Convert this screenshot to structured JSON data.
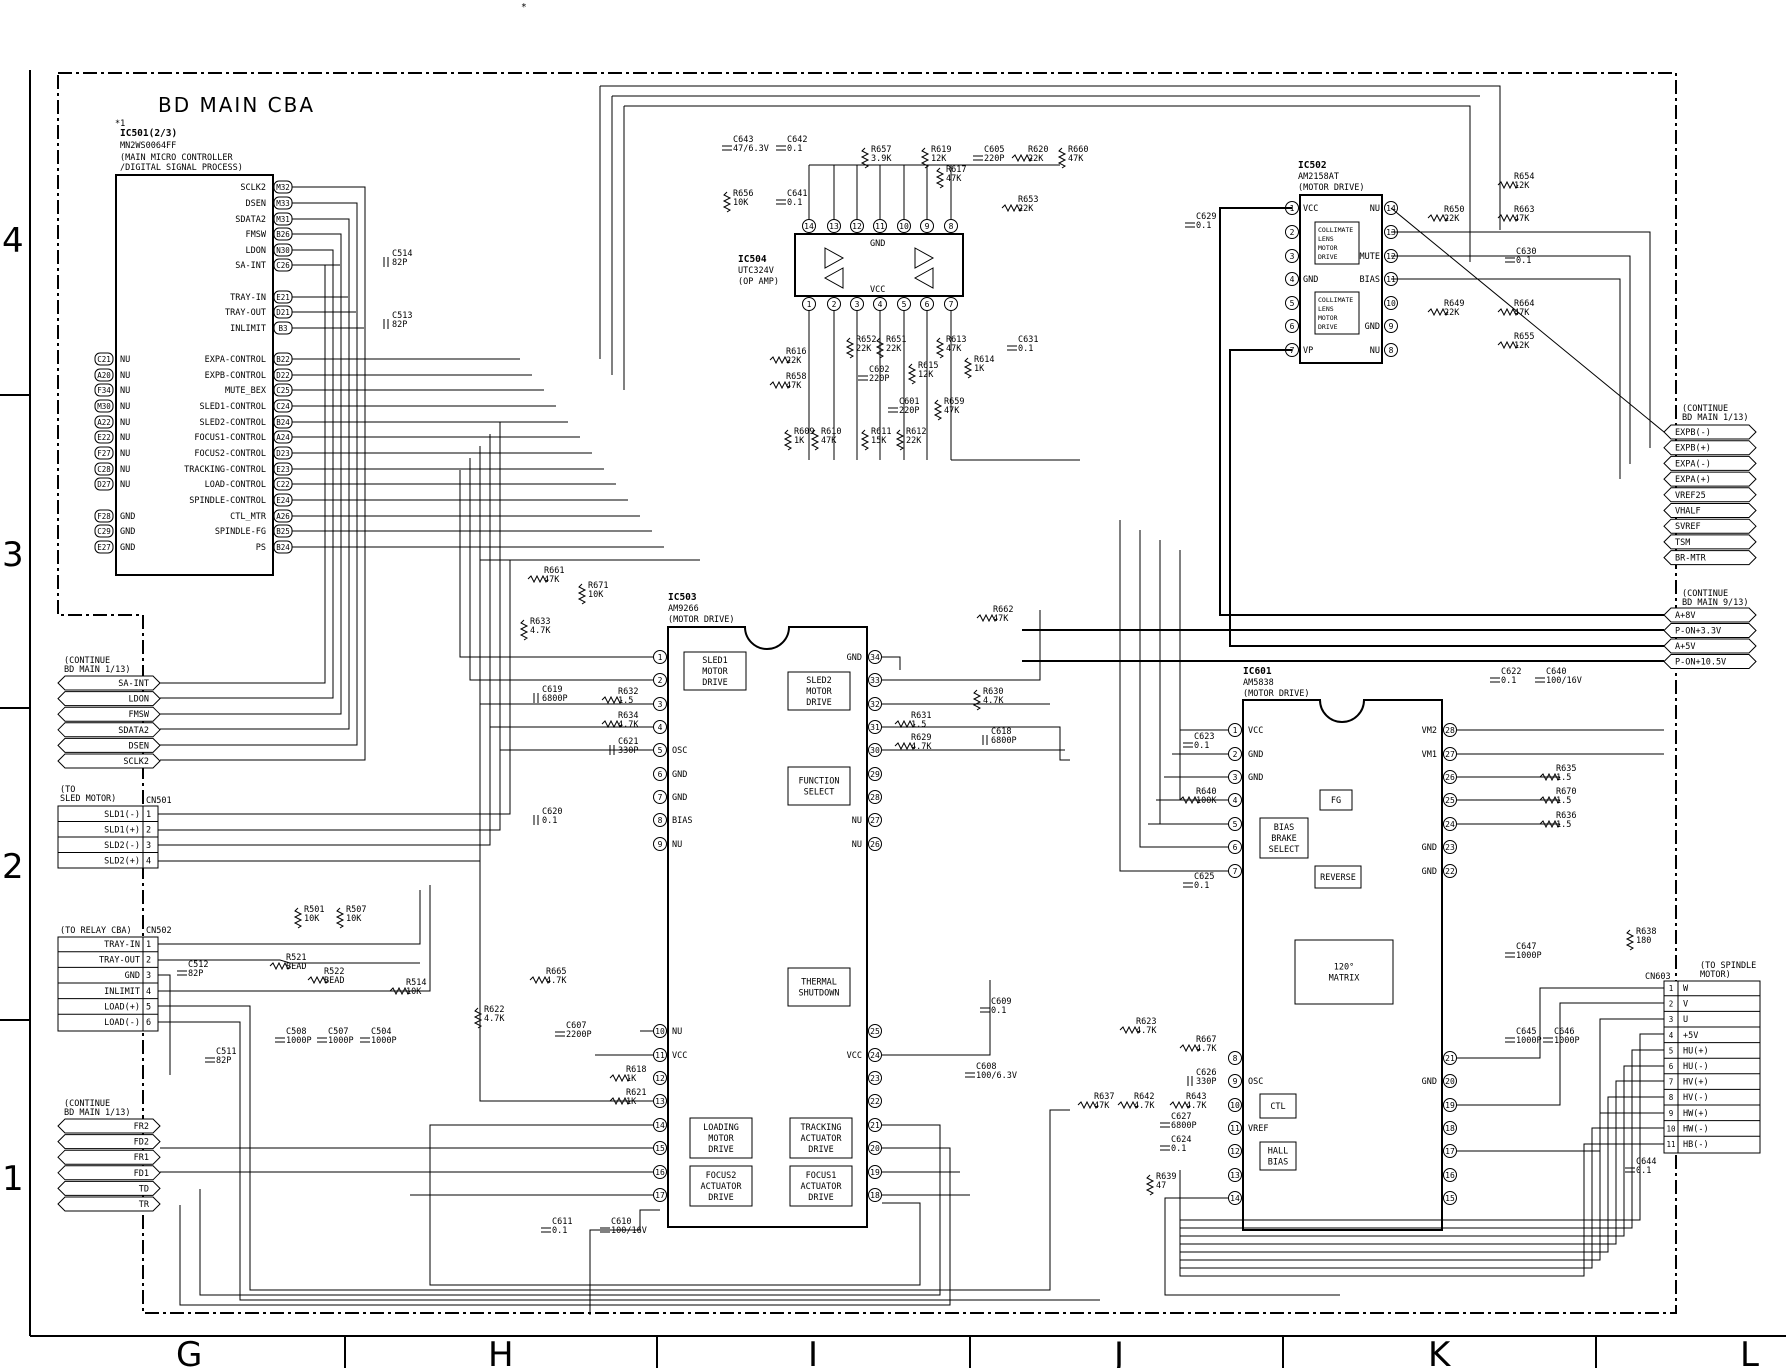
{
  "star": "*",
  "board_title": "BD MAIN CBA",
  "grid": {
    "rows": [
      "4",
      "3",
      "2",
      "1"
    ],
    "cols": [
      "G",
      "H",
      "I",
      "J",
      "K",
      "L"
    ]
  },
  "ic501": {
    "note": "*1",
    "ref": "IC501(2/3)",
    "part": "MN2WS0064FF",
    "desc1": "(MAIN MICRO CONTROLLER",
    "desc2": "/DIGITAL SIGNAL PROCESS)",
    "right_pins": [
      {
        "name": "SCLK2",
        "pin": "M32"
      },
      {
        "name": "DSEN",
        "pin": "M33"
      },
      {
        "name": "SDATA2",
        "pin": "M31"
      },
      {
        "name": "FMSW",
        "pin": "B26"
      },
      {
        "name": "LDON",
        "pin": "N30"
      },
      {
        "name": "SA-INT",
        "pin": "C26"
      },
      {
        "name": "TRAY-IN",
        "pin": "E21"
      },
      {
        "name": "TRAY-OUT",
        "pin": "D21"
      },
      {
        "name": "INLIMIT",
        "pin": "B3"
      },
      {
        "name": "EXPA-CONTROL",
        "pin": "B22"
      },
      {
        "name": "EXPB-CONTROL",
        "pin": "D22"
      },
      {
        "name": "MUTE_BEX",
        "pin": "C25"
      },
      {
        "name": "SLED1-CONTROL",
        "pin": "C24"
      },
      {
        "name": "SLED2-CONTROL",
        "pin": "B24"
      },
      {
        "name": "FOCUS1-CONTROL",
        "pin": "A24"
      },
      {
        "name": "FOCUS2-CONTROL",
        "pin": "D23"
      },
      {
        "name": "TRACKING-CONTROL",
        "pin": "E23"
      },
      {
        "name": "LOAD-CONTROL",
        "pin": "C22"
      },
      {
        "name": "SPINDLE-CONTROL",
        "pin": "E24"
      },
      {
        "name": "CTL_MTR",
        "pin": "A26"
      },
      {
        "name": "SPINDLE-FG",
        "pin": "B25"
      },
      {
        "name": "PS",
        "pin": "B24"
      }
    ],
    "left_pins": [
      {
        "pin": "C21",
        "name": "NU"
      },
      {
        "pin": "A20",
        "name": "NU"
      },
      {
        "pin": "F34",
        "name": "NU"
      },
      {
        "pin": "M30",
        "name": "NU"
      },
      {
        "pin": "A22",
        "name": "NU"
      },
      {
        "pin": "E22",
        "name": "NU"
      },
      {
        "pin": "F27",
        "name": "NU"
      },
      {
        "pin": "C28",
        "name": "NU"
      },
      {
        "pin": "D27",
        "name": "NU"
      }
    ],
    "gnd_pins": [
      {
        "pin": "F28",
        "name": "GND"
      },
      {
        "pin": "C29",
        "name": "GND"
      },
      {
        "pin": "E27",
        "name": "GND"
      }
    ]
  },
  "ic504": {
    "ref": "IC504",
    "part": "UTC324V",
    "desc": "(OP AMP)",
    "top_pins": [
      "14",
      "13",
      "12",
      "11",
      "10",
      "9",
      "8"
    ],
    "bottom_pins": [
      "1",
      "2",
      "3",
      "4",
      "5",
      "6",
      "7"
    ],
    "gnd": "GND",
    "vcc": "VCC"
  },
  "ic502": {
    "ref": "IC502",
    "part": "AM2158AT",
    "desc": "(MOTOR DRIVE)",
    "left_pins": [
      {
        "pin": "1",
        "name": "VCC"
      },
      {
        "pin": "2",
        "name": ""
      },
      {
        "pin": "3",
        "name": ""
      },
      {
        "pin": "4",
        "name": "GND"
      },
      {
        "pin": "5",
        "name": ""
      },
      {
        "pin": "6",
        "name": ""
      },
      {
        "pin": "7",
        "name": "VP"
      }
    ],
    "right_pins": [
      {
        "pin": "14",
        "name": "NU"
      },
      {
        "pin": "13",
        "name": ""
      },
      {
        "pin": "12",
        "name": "MUTE"
      },
      {
        "pin": "11",
        "name": "BIAS"
      },
      {
        "pin": "10",
        "name": ""
      },
      {
        "pin": "9",
        "name": "GND"
      },
      {
        "pin": "8",
        "name": "NU"
      }
    ],
    "block1": [
      "COLLIMATE",
      "LENS",
      "MOTOR",
      "DRIVE"
    ],
    "block2": [
      "COLLIMATE",
      "LENS",
      "MOTOR",
      "DRIVE"
    ]
  },
  "ic503": {
    "ref": "IC503",
    "part": "AM9266",
    "desc": "(MOTOR DRIVE)",
    "left_pins": [
      {
        "pin": "1",
        "name": ""
      },
      {
        "pin": "2",
        "name": ""
      },
      {
        "pin": "3",
        "name": ""
      },
      {
        "pin": "4",
        "name": ""
      },
      {
        "pin": "5",
        "name": "OSC"
      },
      {
        "pin": "6",
        "name": "GND"
      },
      {
        "pin": "7",
        "name": "GND"
      },
      {
        "pin": "8",
        "name": "BIAS"
      },
      {
        "pin": "9",
        "name": "NU"
      },
      {
        "pin": "10",
        "name": "NU"
      },
      {
        "pin": "11",
        "name": "VCC"
      },
      {
        "pin": "12",
        "name": ""
      },
      {
        "pin": "13",
        "name": ""
      },
      {
        "pin": "14",
        "name": ""
      },
      {
        "pin": "15",
        "name": ""
      },
      {
        "pin": "16",
        "name": ""
      },
      {
        "pin": "17",
        "name": ""
      }
    ],
    "right_pins": [
      {
        "pin": "34",
        "name": "GND"
      },
      {
        "pin": "33",
        "name": ""
      },
      {
        "pin": "32",
        "name": ""
      },
      {
        "pin": "31",
        "name": ""
      },
      {
        "pin": "30",
        "name": ""
      },
      {
        "pin": "29",
        "name": ""
      },
      {
        "pin": "28",
        "name": ""
      },
      {
        "pin": "27",
        "name": "NU"
      },
      {
        "pin": "26",
        "name": "NU"
      },
      {
        "pin": "25",
        "name": ""
      },
      {
        "pin": "24",
        "name": "VCC"
      },
      {
        "pin": "23",
        "name": ""
      },
      {
        "pin": "22",
        "name": ""
      },
      {
        "pin": "21",
        "name": ""
      },
      {
        "pin": "20",
        "name": ""
      },
      {
        "pin": "19",
        "name": ""
      },
      {
        "pin": "18",
        "name": ""
      }
    ],
    "blocks": {
      "sled1": [
        "SLED1",
        "MOTOR",
        "DRIVE"
      ],
      "sled2": [
        "SLED2",
        "MOTOR",
        "DRIVE"
      ],
      "func": [
        "FUNCTION",
        "SELECT"
      ],
      "thermal": [
        "THERMAL",
        "SHUTDOWN"
      ],
      "loading": [
        "LOADING",
        "MOTOR",
        "DRIVE"
      ],
      "tracking": [
        "TRACKING",
        "ACTUATOR",
        "DRIVE"
      ],
      "focus2": [
        "FOCUS2",
        "ACTUATOR",
        "DRIVE"
      ],
      "focus1": [
        "FOCUS1",
        "ACTUATOR",
        "DRIVE"
      ]
    }
  },
  "ic601": {
    "ref": "IC601",
    "part": "AM5838",
    "desc": "(MOTOR DRIVE)",
    "left_pins": [
      {
        "pin": "1",
        "name": "VCC"
      },
      {
        "pin": "2",
        "name": "GND"
      },
      {
        "pin": "3",
        "name": "GND"
      },
      {
        "pin": "4",
        "name": ""
      },
      {
        "pin": "5",
        "name": ""
      },
      {
        "pin": "6",
        "name": ""
      },
      {
        "pin": "7",
        "name": ""
      },
      {
        "pin": "8",
        "name": ""
      },
      {
        "pin": "9",
        "name": "OSC"
      },
      {
        "pin": "10",
        "name": ""
      },
      {
        "pin": "11",
        "name": "VREF"
      },
      {
        "pin": "12",
        "name": ""
      },
      {
        "pin": "13",
        "name": ""
      },
      {
        "pin": "14",
        "name": ""
      }
    ],
    "right_pins": [
      {
        "pin": "28",
        "name": "VM2"
      },
      {
        "pin": "27",
        "name": "VM1"
      },
      {
        "pin": "26",
        "name": ""
      },
      {
        "pin": "25",
        "name": ""
      },
      {
        "pin": "24",
        "name": ""
      },
      {
        "pin": "23",
        "name": "GND"
      },
      {
        "pin": "22",
        "name": "GND"
      },
      {
        "pin": "21",
        "name": ""
      },
      {
        "pin": "20",
        "name": "GND"
      },
      {
        "pin": "19",
        "name": ""
      },
      {
        "pin": "18",
        "name": ""
      },
      {
        "pin": "17",
        "name": ""
      },
      {
        "pin": "16",
        "name": ""
      },
      {
        "pin": "15",
        "name": ""
      }
    ],
    "blocks": {
      "fg": "FG",
      "bias": [
        "BIAS",
        "BRAKE",
        "SELECT"
      ],
      "reverse": "REVERSE",
      "matrix": [
        "120°",
        "MATRIX"
      ],
      "ctl": "CTL",
      "hall": [
        "HALL",
        "BIAS"
      ]
    }
  },
  "conn_left_top": {
    "title": [
      "(CONTINUE",
      "BD MAIN 1/13)"
    ],
    "signals": [
      "SA-INT",
      "LDON",
      "FMSW",
      "SDATA2",
      "DSEN",
      "SCLK2"
    ]
  },
  "conn_sled": {
    "title": [
      "(TO",
      "SLED MOTOR)"
    ],
    "ref": "CN501",
    "signals": [
      {
        "name": "SLD1(-)",
        "pin": "1"
      },
      {
        "name": "SLD1(+)",
        "pin": "2"
      },
      {
        "name": "SLD2(-)",
        "pin": "3"
      },
      {
        "name": "SLD2(+)",
        "pin": "4"
      }
    ]
  },
  "conn_relay": {
    "title": "(TO RELAY CBA)",
    "ref": "CN502",
    "signals": [
      {
        "name": "TRAY-IN",
        "pin": "1"
      },
      {
        "name": "TRAY-OUT",
        "pin": "2"
      },
      {
        "name": "GND",
        "pin": "3"
      },
      {
        "name": "INLIMIT",
        "pin": "4"
      },
      {
        "name": "LOAD(+)",
        "pin": "5"
      },
      {
        "name": "LOAD(-)",
        "pin": "6"
      }
    ]
  },
  "conn_left_bottom": {
    "title": [
      "(CONTINUE",
      "BD MAIN 1/13)"
    ],
    "signals": [
      "FR2",
      "FD2",
      "FR1",
      "FD1",
      "TD",
      "TR"
    ]
  },
  "conn_right_1": {
    "title": [
      "(CONTINUE",
      "BD MAIN 1/13)"
    ],
    "signals": [
      "EXPB(-)",
      "EXPB(+)",
      "EXPA(-)",
      "EXPA(+)",
      "VREF25",
      "VHALF",
      "SVREF",
      "TSM",
      "BR-MTR"
    ]
  },
  "conn_right_2": {
    "title": [
      "(CONTINUE",
      "BD MAIN 9/13)"
    ],
    "signals": [
      "A+8V",
      "P-ON+3.3V",
      "A+5V",
      "P-ON+10.5V"
    ]
  },
  "conn_spindle": {
    "title": [
      "(TO SPINDLE",
      "MOTOR)"
    ],
    "ref": "CN603",
    "signals": [
      {
        "pin": "1",
        "name": "W"
      },
      {
        "pin": "2",
        "name": "V"
      },
      {
        "pin": "3",
        "name": "U"
      },
      {
        "pin": "4",
        "name": "+5V"
      },
      {
        "pin": "5",
        "name": "HU(+)"
      },
      {
        "pin": "6",
        "name": "HU(-)"
      },
      {
        "pin": "7",
        "name": "HV(+)"
      },
      {
        "pin": "8",
        "name": "HV(-)"
      },
      {
        "pin": "9",
        "name": "HW(+)"
      },
      {
        "pin": "10",
        "name": "HW(-)"
      },
      {
        "pin": "11",
        "name": "HB(-)"
      }
    ]
  },
  "components": [
    {
      "id": "c514",
      "ref": "C514",
      "val": "82P"
    },
    {
      "id": "c513",
      "ref": "C513",
      "val": "82P"
    },
    {
      "id": "c643",
      "ref": "C643",
      "val": "47/6.3V"
    },
    {
      "id": "c642",
      "ref": "C642",
      "val": "0.1"
    },
    {
      "id": "r656",
      "ref": "R656",
      "val": "10K"
    },
    {
      "id": "c641",
      "ref": "C641",
      "val": "0.1"
    },
    {
      "id": "r657",
      "ref": "R657",
      "val": "3.9K"
    },
    {
      "id": "r619",
      "ref": "R619",
      "val": "12K"
    },
    {
      "id": "r617",
      "ref": "R617",
      "val": "47K"
    },
    {
      "id": "c605",
      "ref": "C605",
      "val": "220P"
    },
    {
      "id": "r620",
      "ref": "R620",
      "val": "22K"
    },
    {
      "id": "r660",
      "ref": "R660",
      "val": "47K"
    },
    {
      "id": "r653",
      "ref": "R653",
      "val": "22K"
    },
    {
      "id": "r616",
      "ref": "R616",
      "val": "22K"
    },
    {
      "id": "r658",
      "ref": "R658",
      "val": "47K"
    },
    {
      "id": "r652a",
      "ref": "R652",
      "val": "22K"
    },
    {
      "id": "r651",
      "ref": "R651",
      "val": "22K"
    },
    {
      "id": "r613",
      "ref": "R613",
      "val": "47K"
    },
    {
      "id": "r614",
      "ref": "R614",
      "val": "1K"
    },
    {
      "id": "c631",
      "ref": "C631",
      "val": "0.1"
    },
    {
      "id": "c602",
      "ref": "C602",
      "val": "220P"
    },
    {
      "id": "r615",
      "ref": "R615",
      "val": "12K"
    },
    {
      "id": "c601",
      "ref": "C601",
      "val": "220P"
    },
    {
      "id": "r659",
      "ref": "R659",
      "val": "47K"
    },
    {
      "id": "r609",
      "ref": "R609",
      "val": "1K"
    },
    {
      "id": "r610",
      "ref": "R610",
      "val": "47K"
    },
    {
      "id": "r611",
      "ref": "R611",
      "val": "15K"
    },
    {
      "id": "r612",
      "ref": "R612",
      "val": "22K"
    },
    {
      "id": "c629",
      "ref": "C629",
      "val": "0.1"
    },
    {
      "id": "r654",
      "ref": "R654",
      "val": "12K"
    },
    {
      "id": "r650",
      "ref": "R650",
      "val": "22K"
    },
    {
      "id": "r663",
      "ref": "R663",
      "val": "47K"
    },
    {
      "id": "c630",
      "ref": "C630",
      "val": "0.1"
    },
    {
      "id": "r649",
      "ref": "R649",
      "val": "22K"
    },
    {
      "id": "r664",
      "ref": "R664",
      "val": "47K"
    },
    {
      "id": "r655",
      "ref": "R655",
      "val": "12K"
    },
    {
      "id": "r661",
      "ref": "R661",
      "val": "47K"
    },
    {
      "id": "r671",
      "ref": "R671",
      "val": "10K"
    },
    {
      "id": "r633",
      "ref": "R633",
      "val": "4.7K"
    },
    {
      "id": "r662",
      "ref": "R662",
      "val": "47K"
    },
    {
      "id": "c619",
      "ref": "C619",
      "val": "6800P"
    },
    {
      "id": "r632",
      "ref": "R632",
      "val": "1.5"
    },
    {
      "id": "r634",
      "ref": "R634",
      "val": "4.7K"
    },
    {
      "id": "c621",
      "ref": "C621",
      "val": "330P"
    },
    {
      "id": "c620",
      "ref": "C620",
      "val": "0.1"
    },
    {
      "id": "r630",
      "ref": "R630",
      "val": "4.7K"
    },
    {
      "id": "r631",
      "ref": "R631",
      "val": "1.5"
    },
    {
      "id": "c618",
      "ref": "C618",
      "val": "6800P"
    },
    {
      "id": "r629",
      "ref": "R629",
      "val": "4.7K"
    },
    {
      "id": "r501",
      "ref": "R501",
      "val": "10K"
    },
    {
      "id": "r507",
      "ref": "R507",
      "val": "10K"
    },
    {
      "id": "c512",
      "ref": "C512",
      "val": "82P"
    },
    {
      "id": "r521",
      "ref": "R521",
      "val": "BEAD"
    },
    {
      "id": "r522",
      "ref": "R522",
      "val": "BEAD"
    },
    {
      "id": "r514",
      "ref": "R514",
      "val": "10K"
    },
    {
      "id": "c508",
      "ref": "C508",
      "val": "1000P"
    },
    {
      "id": "c507",
      "ref": "C507",
      "val": "1000P"
    },
    {
      "id": "c504",
      "ref": "C504",
      "val": "1000P"
    },
    {
      "id": "c511",
      "ref": "C511",
      "val": "82P"
    },
    {
      "id": "r665",
      "ref": "R665",
      "val": "4.7K"
    },
    {
      "id": "r622",
      "ref": "R622",
      "val": "4.7K"
    },
    {
      "id": "c607",
      "ref": "C607",
      "val": "2200P"
    },
    {
      "id": "r618",
      "ref": "R618",
      "val": "1K"
    },
    {
      "id": "r621",
      "ref": "R621",
      "val": "1K"
    },
    {
      "id": "c609",
      "ref": "C609",
      "val": "0.1"
    },
    {
      "id": "c608",
      "ref": "C608",
      "val": "100/6.3V"
    },
    {
      "id": "c611",
      "ref": "C611",
      "val": "0.1"
    },
    {
      "id": "c610",
      "ref": "C610",
      "val": "100/16V"
    },
    {
      "id": "c622",
      "ref": "C622",
      "val": "0.1"
    },
    {
      "id": "c640",
      "ref": "C640",
      "val": "100/16V"
    },
    {
      "id": "c623",
      "ref": "C623",
      "val": "0.1"
    },
    {
      "id": "r640",
      "ref": "R640",
      "val": "100K"
    },
    {
      "id": "c625",
      "ref": "C625",
      "val": "0.1"
    },
    {
      "id": "r635",
      "ref": "R635",
      "val": "1.5"
    },
    {
      "id": "r670",
      "ref": "R670",
      "val": "1.5"
    },
    {
      "id": "r636",
      "ref": "R636",
      "val": "1.5"
    },
    {
      "id": "r638",
      "ref": "R638",
      "val": "180"
    },
    {
      "id": "c647",
      "ref": "C647",
      "val": "1000P"
    },
    {
      "id": "c645",
      "ref": "C645",
      "val": "1000P"
    },
    {
      "id": "c646",
      "ref": "C646",
      "val": "1000P"
    },
    {
      "id": "r623",
      "ref": "R623",
      "val": "4.7K"
    },
    {
      "id": "r667",
      "ref": "R667",
      "val": "4.7K"
    },
    {
      "id": "c626",
      "ref": "C626",
      "val": "330P"
    },
    {
      "id": "r637",
      "ref": "R637",
      "val": "47K"
    },
    {
      "id": "r642",
      "ref": "R642",
      "val": "4.7K"
    },
    {
      "id": "r643",
      "ref": "R643",
      "val": "4.7K"
    },
    {
      "id": "c627",
      "ref": "C627",
      "val": "6800P"
    },
    {
      "id": "c624",
      "ref": "C624",
      "val": "0.1"
    },
    {
      "id": "r639",
      "ref": "R639",
      "val": "47"
    },
    {
      "id": "c644",
      "ref": "C644",
      "val": "0.1"
    }
  ]
}
